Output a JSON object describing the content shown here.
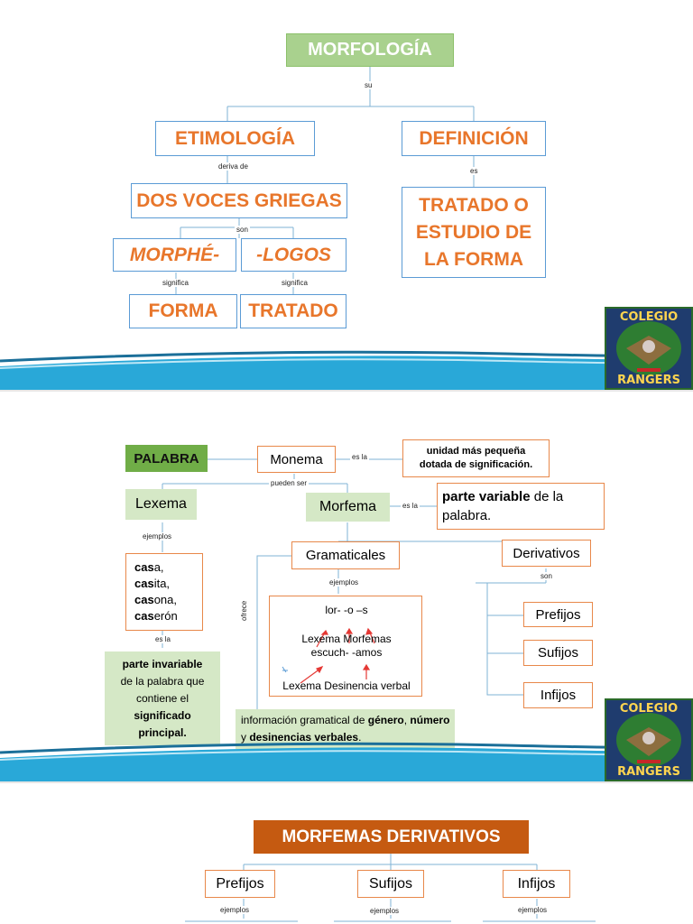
{
  "slide1": {
    "title": "MORFOLOGÍA",
    "link_su": "su",
    "etimologia": "ETIMOLOGÍA",
    "definicion": "DEFINICIÓN",
    "link_deriva": "deriva de",
    "link_es": "es",
    "dos_voces": "DOS VOCES GRIEGAS",
    "tratado_estudio_lines": [
      "TRATADO O",
      "ESTUDIO DE",
      "LA FORMA"
    ],
    "link_son": "son",
    "morphe": "MORPHÉ-",
    "logos": "-LOGOS",
    "link_significa_1": "significa",
    "link_significa_2": "significa",
    "forma": "FORMA",
    "tratado": "TRATADO"
  },
  "slide2": {
    "palabra": "PALABRA",
    "monema": "Monema",
    "link_es_la_1": "es la",
    "monema_def_lines": [
      "unidad más pequeña",
      "dotada de significación."
    ],
    "link_pueden_ser": "pueden ser",
    "lexema": "Lexema",
    "morfema": "Morfema",
    "link_es_la_2": "es la",
    "morfema_def_bold": "parte variable",
    "morfema_def_rest": " de la palabra.",
    "link_ejemplos_1": "ejemplos",
    "gramaticales": "Gramaticales",
    "derivativos": "Derivativos",
    "link_ejemplos_2": "ejemplos",
    "link_son": "son",
    "examples": [
      {
        "bold": "cas",
        "rest": "a,"
      },
      {
        "bold": "cas",
        "rest": "ita,"
      },
      {
        "bold": "cas",
        "rest": "ona,"
      },
      {
        "bold": "cas",
        "rest": "erón"
      }
    ],
    "link_es_la_3": "es la",
    "link_ofrece": "ofrece",
    "gram_line1": "lor-  -o  –s",
    "gram_line2": "Lexema Morfemas",
    "gram_line3": "escuch-  -amos",
    "gram_line4": "Lexema Desinencia verbal",
    "lexema_def_lines": [
      "parte invariable",
      "de la palabra que",
      "contiene el",
      "significado",
      "principal."
    ],
    "info_parts": [
      "información gramatical de ",
      "género",
      ", ",
      "número",
      " y ",
      "desinencias verbales",
      "."
    ],
    "prefijos": "Prefijos",
    "sufijos": "Sufijos",
    "infijos": "Infijos"
  },
  "slide3": {
    "title": "MORFEMAS DERIVATIVOS",
    "prefijos": "Prefijos",
    "sufijos": "Sufijos",
    "infijos": "Infijos",
    "link_ejemplos": [
      "ejemplos",
      "ejemplos",
      "ejemplos"
    ]
  },
  "logo": {
    "top_text": "COLEGIO",
    "bottom_text": "RANGERS"
  },
  "colors": {
    "accent_orange": "#e8762b",
    "band_blue": "#29a8d8",
    "green_box": "#a9d18e",
    "title3_bg": "#c55a11"
  }
}
